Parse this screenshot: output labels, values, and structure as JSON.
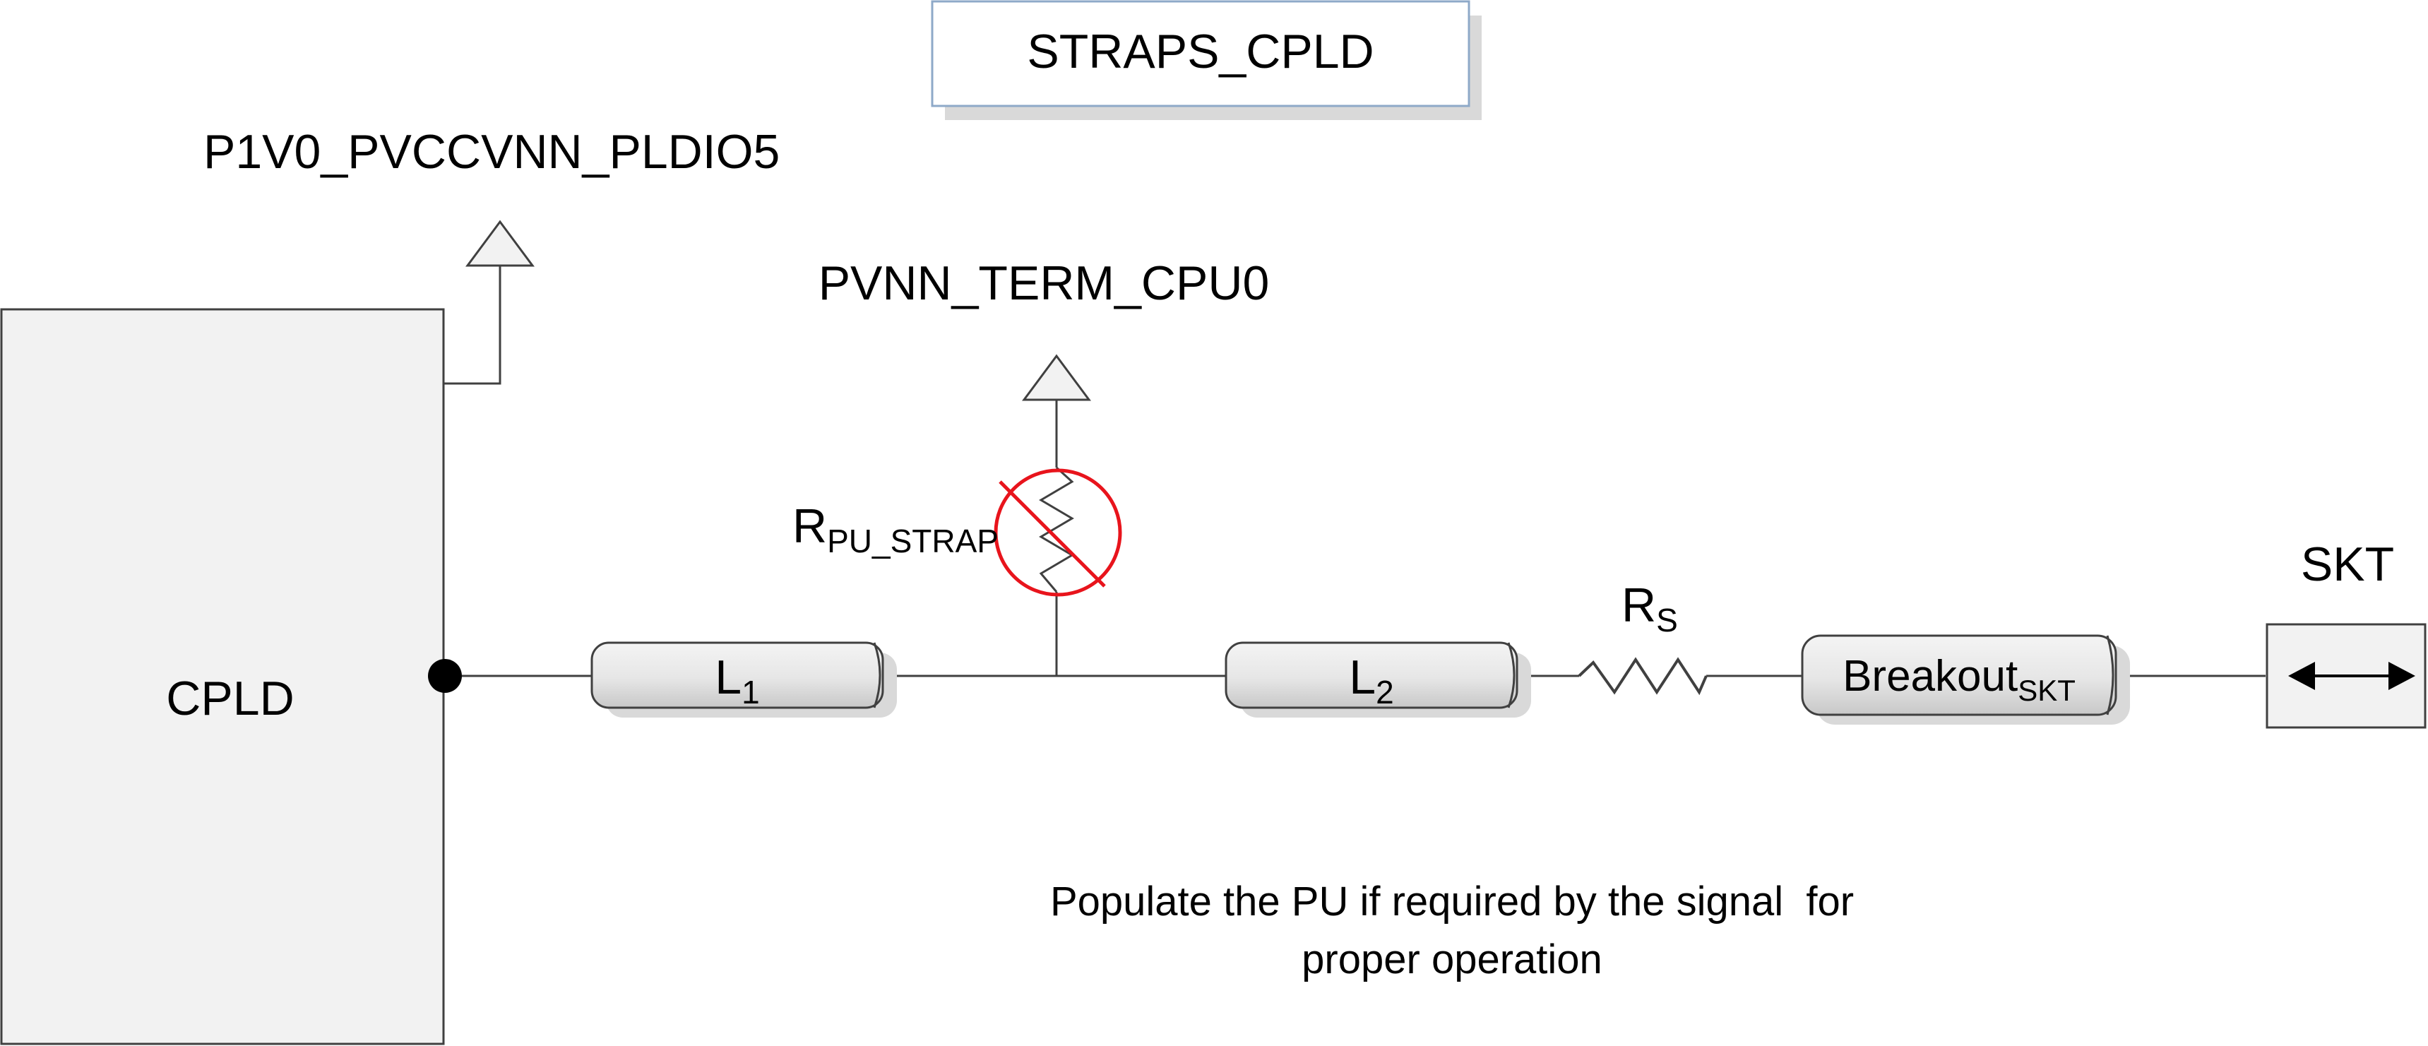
{
  "title": "STRAPS_CPLD",
  "cpld": {
    "label": "CPLD"
  },
  "rails": {
    "cpld_supply": "P1V0_PVCCVNN_PLDIO5",
    "pullup_supply": "PVNN_TERM_CPU0"
  },
  "resistor_pullup": {
    "label_main": "R",
    "label_sub": "PU_STRAP"
  },
  "resistor_series": {
    "label_main": "R",
    "label_sub": "S"
  },
  "transmission_lines": {
    "l1": {
      "label_main": "L",
      "label_sub": "1"
    },
    "l2": {
      "label_main": "L",
      "label_sub": "2"
    },
    "breakout": {
      "label_main": "Breakout",
      "label_sub": "SKT"
    }
  },
  "socket": {
    "label": "SKT"
  },
  "note": {
    "line1": "Populate the PU if required by the signal  for",
    "line2": "proper operation"
  },
  "colors": {
    "stroke": "#404040",
    "box_fill": "#f2f2f2",
    "title_border": "#8ea9c8",
    "shadow": "#d9d9d9",
    "dnp_red": "#e8141c"
  }
}
